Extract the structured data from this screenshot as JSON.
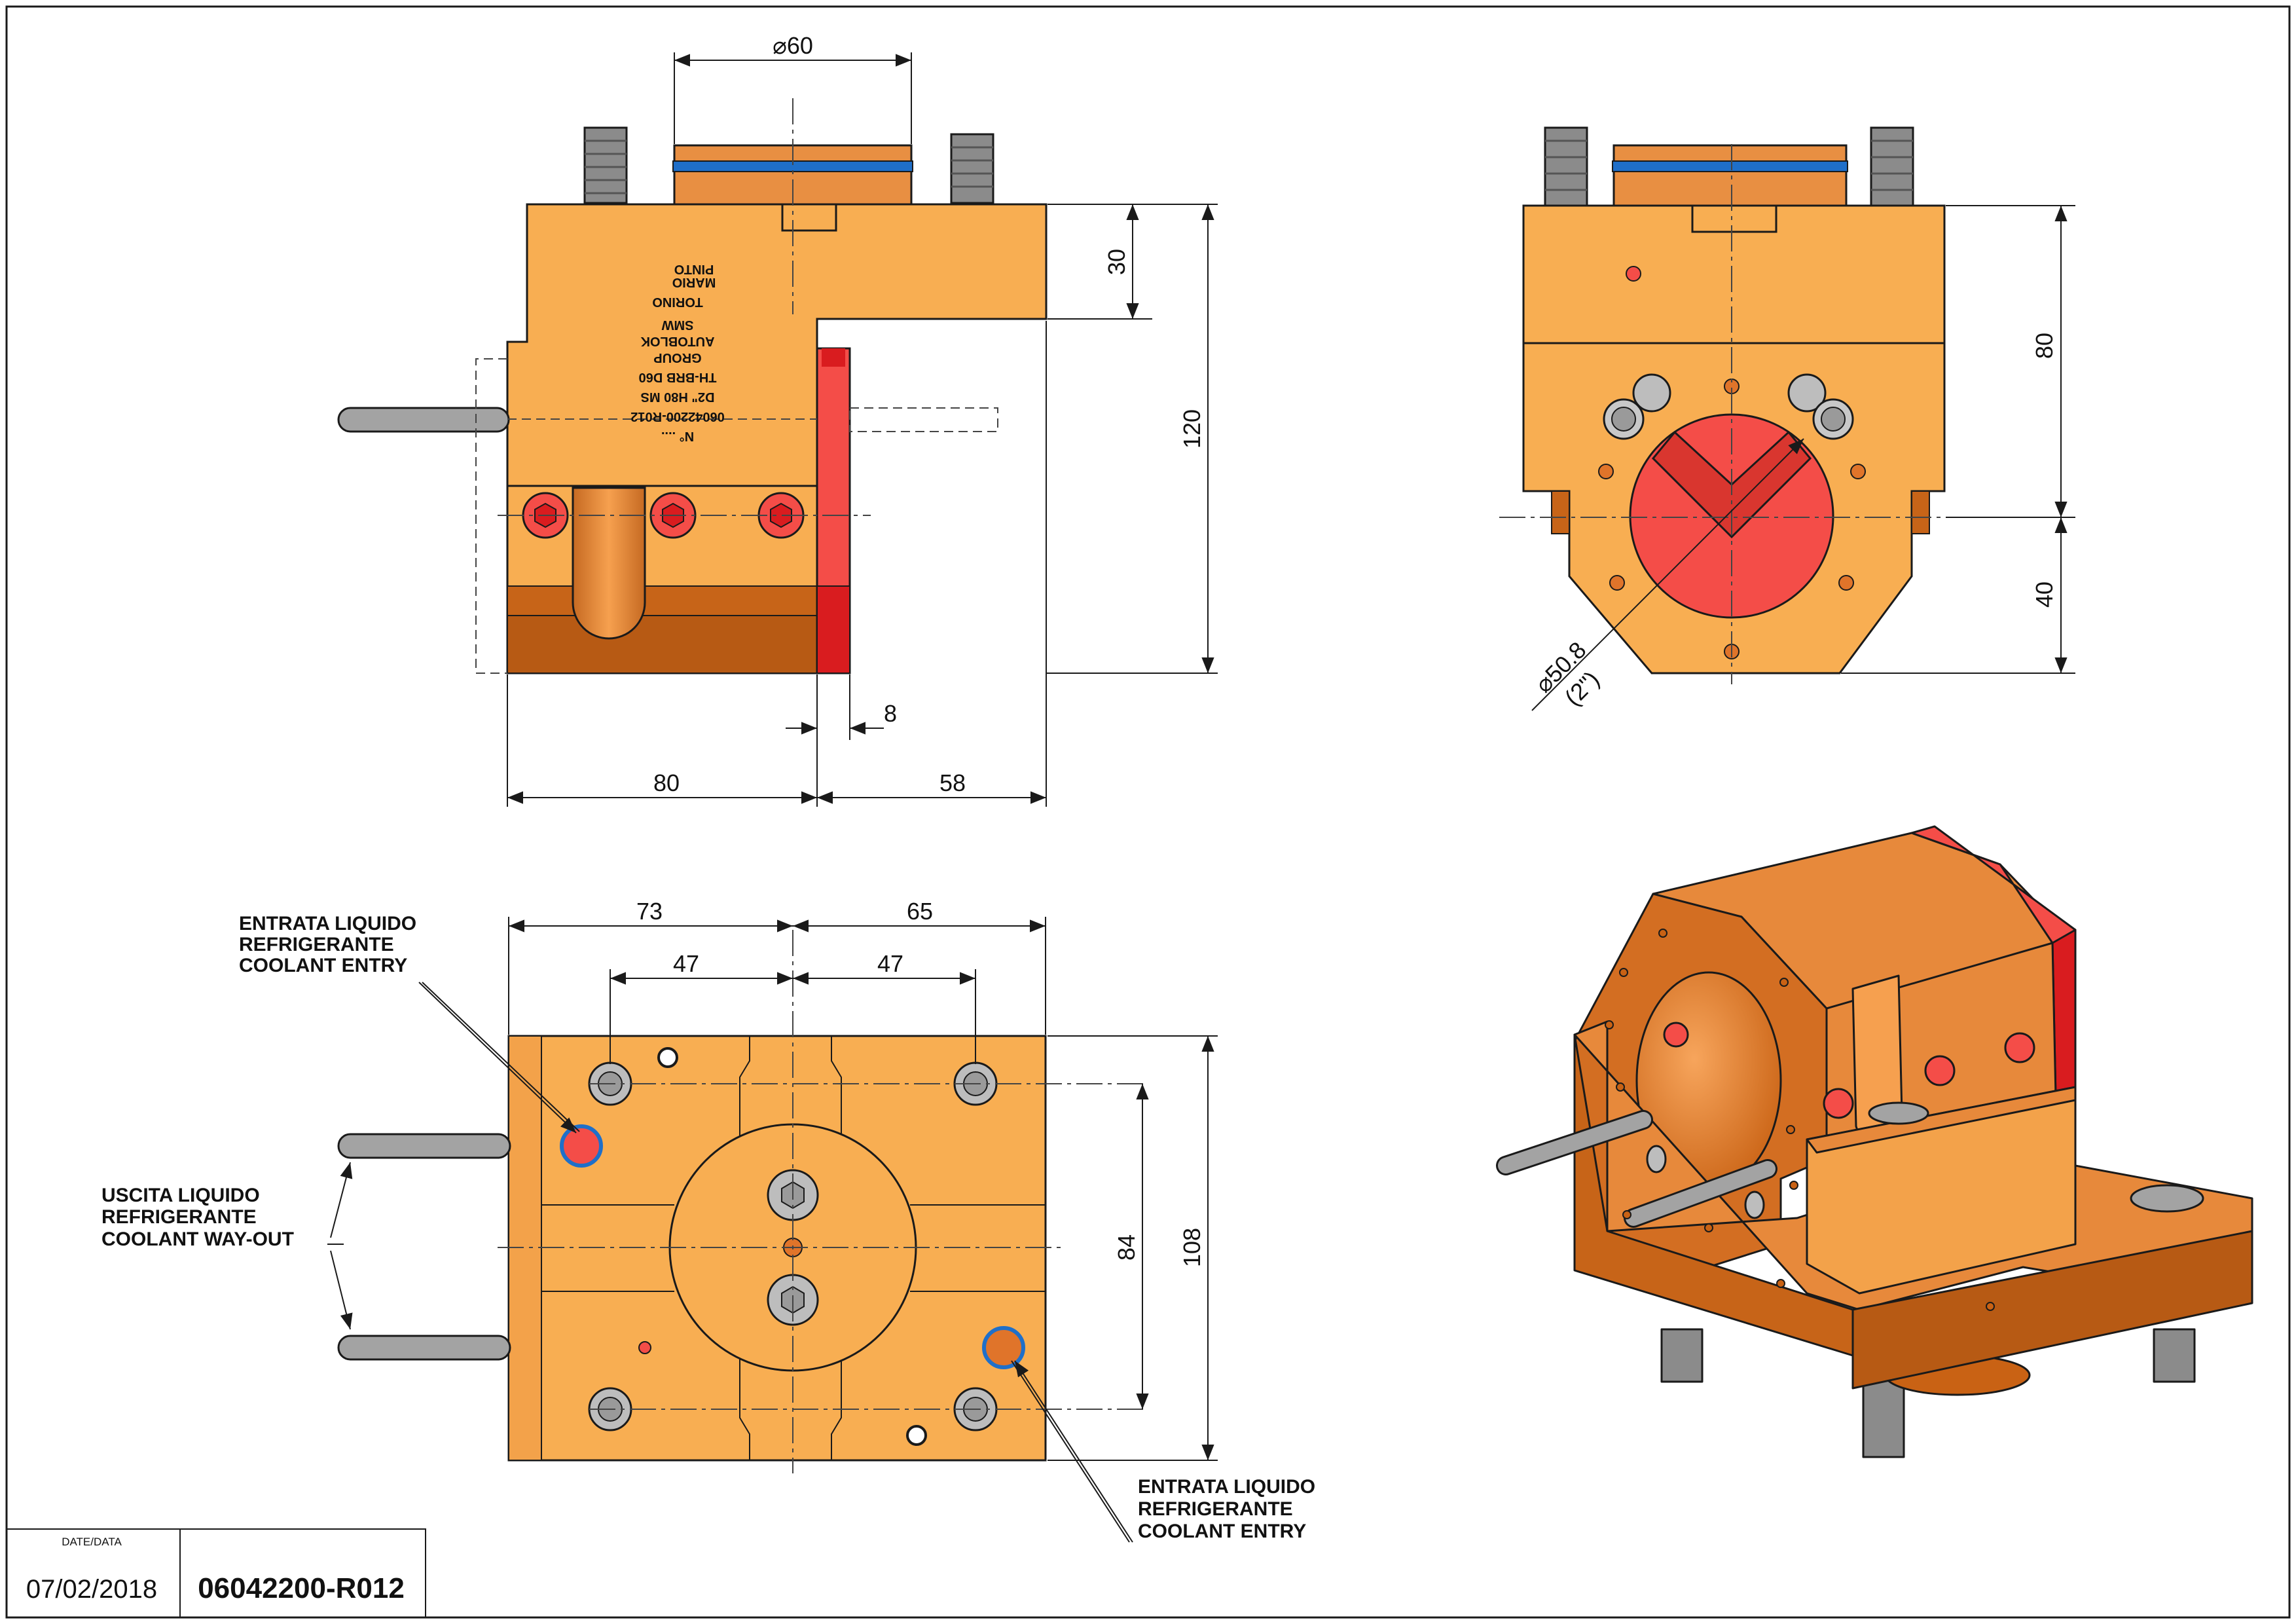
{
  "colors": {
    "body": "#F8AE52",
    "body_dark": "#C76418",
    "body_mid": "#E7893B",
    "red": "#F44D48",
    "red_dark": "#D91C1F",
    "steel": "#8B8B8B",
    "blue_oring": "#1F6FC9",
    "line": "#1a1a1a"
  },
  "front_view": {
    "dims": {
      "dia_top": "⌀60",
      "height_top": "30",
      "height_total": "120",
      "width_left": "80",
      "width_right": "58",
      "plate": "8"
    },
    "engraving": [
      "N° ....",
      "06042200-R012",
      "D2\" H80 MS",
      "TH-BRB D60",
      "GROUP",
      "AUTOBLOK",
      "SMW",
      "TORINO",
      "MARIO",
      "PINTO"
    ]
  },
  "side_view": {
    "dims": {
      "upper": "80",
      "lower": "40",
      "bore_dia": "⌀50.8",
      "bore_inch": "(2\")"
    }
  },
  "top_view": {
    "dims": {
      "left_73": "73",
      "right_65": "65",
      "left_47": "47",
      "right_47": "47",
      "height_84": "84",
      "height_108": "108"
    }
  },
  "callouts": {
    "entry_top": [
      "ENTRATA LIQUIDO",
      "REFRIGERANTE",
      "COOLANT ENTRY"
    ],
    "wayout": [
      "USCITA LIQUIDO",
      "REFRIGERANTE",
      "COOLANT WAY-OUT"
    ],
    "entry_bottom": [
      "ENTRATA LIQUIDO",
      "REFRIGERANTE",
      "COOLANT ENTRY"
    ]
  },
  "title_block": {
    "date_label": "DATE/DATA",
    "date": "07/02/2018",
    "code": "06042200-R012"
  }
}
